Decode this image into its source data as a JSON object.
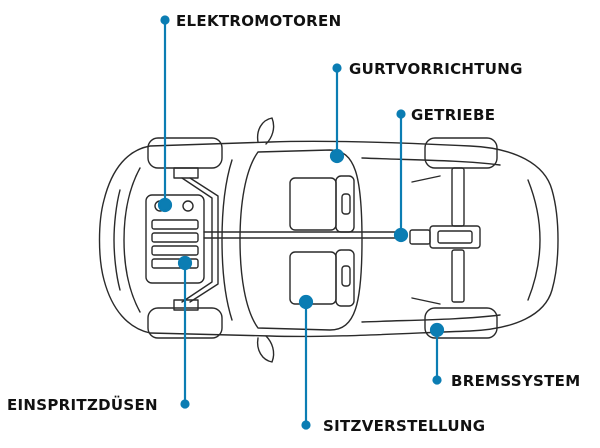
{
  "colors": {
    "accent": "#0b7db3",
    "outline": "#2a2a2a",
    "text": "#111111"
  },
  "labels": {
    "elektromotoren": "ELEKTROMOTOREN",
    "gurtvorrichtung": "GURTVORRICHTUNG",
    "getriebe": "GETRIEBE",
    "bremssystem": "BREMSSYSTEM",
    "einspritzduesen": "EINSPRITZDÜSEN",
    "sitzverstellung": "SITZVERSTELLUNG"
  }
}
